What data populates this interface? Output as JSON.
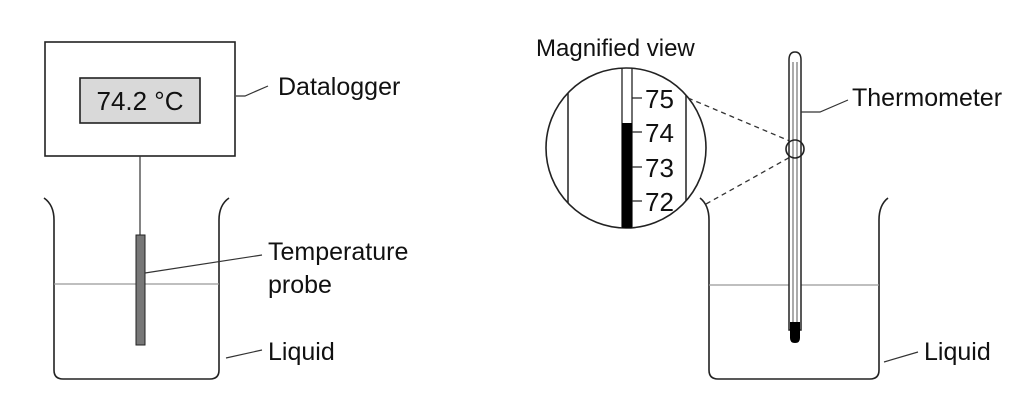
{
  "left_setup": {
    "display_reading": "74.2 °C",
    "datalogger_label": "Datalogger",
    "probe_label_line1": "Temperature",
    "probe_label_line2": "probe",
    "liquid_label": "Liquid"
  },
  "right_setup": {
    "magnified_title": "Magnified view",
    "thermometer_label": "Thermometer",
    "liquid_label": "Liquid",
    "scale_ticks": [
      "75",
      "74",
      "73",
      "72"
    ]
  },
  "colors": {
    "display_bg": "#d9d9d9",
    "probe_fill": "#777777",
    "liquid_line": "#999999",
    "mercury": "#000000"
  }
}
